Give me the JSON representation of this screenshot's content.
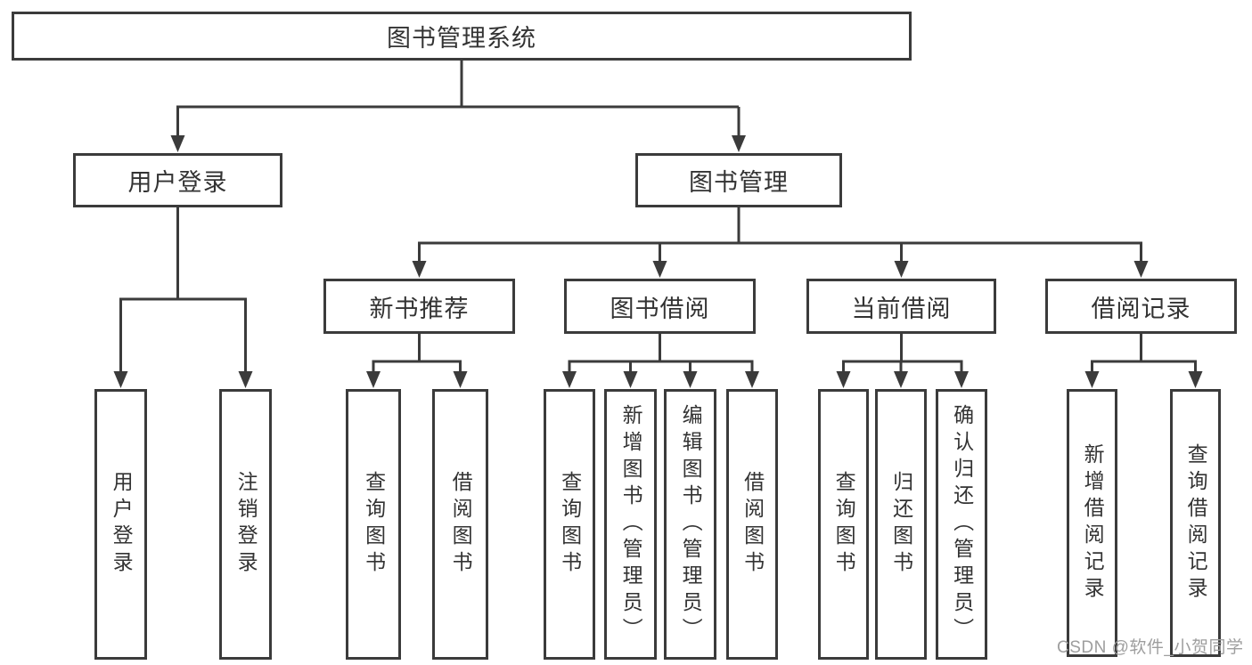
{
  "diagram": {
    "root": {
      "label": "图书管理系统"
    },
    "user_branch": {
      "label": "用户登录",
      "children": [
        {
          "label": "用户登录"
        },
        {
          "label": "注销登录"
        }
      ]
    },
    "mgmt_branch": {
      "label": "图书管理",
      "groups": [
        {
          "label": "新书推荐",
          "children": [
            {
              "label": "查询图书"
            },
            {
              "label": "借阅图书"
            }
          ]
        },
        {
          "label": "图书借阅",
          "children": [
            {
              "label": "查询图书"
            },
            {
              "label": "新增图书（管理员）"
            },
            {
              "label": "编辑图书（管理员）"
            },
            {
              "label": "借阅图书"
            }
          ]
        },
        {
          "label": "当前借阅",
          "children": [
            {
              "label": "查询图书"
            },
            {
              "label": "归还图书"
            },
            {
              "label": "确认归还（管理员）"
            }
          ]
        },
        {
          "label": "借阅记录",
          "children": [
            {
              "label": "新增借阅记录"
            },
            {
              "label": "查询借阅记录"
            }
          ]
        }
      ]
    }
  },
  "watermark": {
    "text": "CSDN @软件_小贺同学"
  },
  "colors": {
    "line": "#3b3b3b",
    "text": "#333333",
    "background": "#ffffff",
    "watermark": "#9e9e9e"
  }
}
